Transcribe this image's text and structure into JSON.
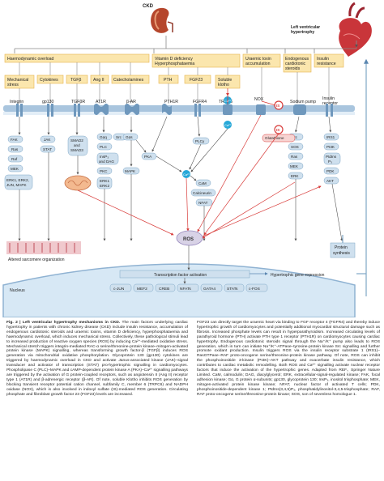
{
  "header": {
    "ckd": "CKD",
    "lvh": "Left ventricular hypertrophy"
  },
  "causes": {
    "haemodynamic": "Haemodynamic overload",
    "vitd": [
      "Vitamin D deficiency",
      "Hyperphosphataemia"
    ],
    "uraemic": [
      "Uraemic toxin",
      "accumulation"
    ],
    "endogenous": [
      "Endogenous",
      "cardiotonic",
      "steroids"
    ],
    "insulin": [
      "Insulin",
      "resistance"
    ]
  },
  "stimuli": {
    "mechanical": [
      "Mechanical",
      "stress"
    ],
    "cytokines": "Cytokines",
    "tgfb": "TGFβ",
    "angii": "Ang II",
    "catecholamines": "Catecholamines",
    "pth": "PTH",
    "fgf23": "FGF23",
    "soluble_klotho": [
      "Soluble",
      "klotho"
    ]
  },
  "receptors": {
    "integrin": "Integrin",
    "gp130": "gp130",
    "tgfbr": "TGFβR",
    "at1r": "AT1R",
    "bar": "β-AR",
    "pth1r": "PTH1R",
    "fgfr4": "FGFR4",
    "trpc6": "TRPC6",
    "nox": "NOX",
    "sodium_pump": "Sodium pump",
    "insulin_receptor": [
      "Insulin",
      "receptor"
    ]
  },
  "molecules": {
    "ca": "Ca²⁺",
    "is": "IS",
    "ros": "ROS",
    "glutathione": "Glutathione",
    "fak": "FAK",
    "ras": "Ras",
    "raf": "Raf",
    "mek": "MEK",
    "erk": [
      "ERK1, ERK2,",
      "JUN, MAPK"
    ],
    "jak": "JAK",
    "stat": "STAT",
    "smad": [
      "SMAD2",
      "and",
      "SMAD3"
    ],
    "gaq": "Gαq",
    "src": "Src",
    "plc": "PLC",
    "insp3": [
      "InsP₃",
      "and DAG"
    ],
    "pkc": "PKC",
    "erk12": [
      "ERK1",
      "ERK2"
    ],
    "gas": "Gαs",
    "pka": "PKA",
    "mapk": "MAPK",
    "plcg": "PLCγ",
    "cam": "CaM",
    "calcineurin": "Calcineurin",
    "nfat": "NFAT",
    "src2": "Src",
    "sos": "SOS",
    "ras2": "Ras",
    "mek2": "MEK",
    "erk2": "ERK",
    "irs1": "IRS1",
    "pi3k": "PI3K",
    "ptdins": [
      "PtdIns",
      "P₃"
    ],
    "pdk": "PDK",
    "akt": "AKT"
  },
  "cell": {
    "sarcomere": "Altered sarcomere organization",
    "nucleus": "Nucleus",
    "tfa": "Transcription factor activation",
    "hge": "Hypertrophic gene expression",
    "protein_synthesis": [
      "Protein",
      "synthesis"
    ],
    "tfs": [
      "c-JUN",
      "MEF2",
      "CREB",
      "NFATs",
      "GATA4",
      "STATs",
      "c-FOS"
    ]
  },
  "caption": {
    "left_title": "Fig. 2 | Left ventricular hypertrophy mechanisms in CKD.",
    "left_body": " The main factors underlying cardiac hypertrophy in patients with chronic kidney disease (CKD) include insulin resistance, accumulation of endogenous cardiotonic steroids and uraemic toxins, vitamin D deficiency, hyperphosphataemia and haemodynamic overload, which induces mechanical stress. Collectively, these pathological stimuli lead to increased production of reactive oxygen species (ROS) by inducing Ca²⁺-mediated oxidative stress. Mechanical stretch triggers integrin-mediated RAC-α serine/threonine-protein kinase–mitogen-activated protein kinase (MAPK) signalling, whereas transforming growth factor-β (TGFβ) induces ROS generation via mitochondrial oxidative phosphorylation. Glycoprotein 130 (gp130) cytokines are triggered by haemodynamic overload in CKD and activate Janus-associated kinase (JAK)–signal transducer and activator of transcription (STAT) pro-hypertrophic signalling in cardiomyocytes. Phospholipase C (PLC)–MAPK and cAMP-dependent protein kinase A (PKA)–Ca²⁺ signalling pathways are triggered by the activation of G protein-coupled receptors, such as angiotensin II (Ang II) receptor type 1 (AT1R) and β-adrenergic receptor (β-AR). Of note, soluble Klotho inhibits ROS generation by blocking transient receptor potential cation channel, subfamily C, member 6 (TRPC6) and NADPH oxidase (NOX), which is also involved in indoxyl sulfate (IS)-mediated ROS generation. Circulating phosphate and fibroblast growth factor 23 (FGF23) levels are increased.",
    "right_body": "FGF23 can directly target the uraemic heart via binding to FGF receptor 4 (FGFR4) and thereby induce hypertrophic growth of cardiomyocytes and potentially additional myocardial structural damage such as fibrosis. Increased phosphate levels can result in hyperparathyroidism. Increased circulating levels of parathyroid hormone (PTH) activate PTH type 1 receptor (PTH1R) on cardiomyocytes causing cardiac hypertrophy. Endogenous cardiotonic steroids signal through the Na⁺/K⁺ pump also leads to ROS generation, which in turn can initiate Na⁺/K⁺-ATPase–tyrosine-protein kinase Src signalling and further promote oxidant production. Insulin triggers ROS via the insulin receptor substrate 1 (IRS1)–RasGTPase–RAF proto-oncogene serine/threonine-protein kinase pathway. Of note, ROS can inhibit the phosphoinositide 3-kinase (PI3K)–AKT pathway and exacerbate insulin resistance, which contributes to cardiac metabolic remodelling. Both ROS and Ca²⁺ signalling activate nuclear receptor factors that induce the activation of the hypertrophic genes. Adapted from REF., Springer Nature Limited. CaM, calmodulin; DAG, diacylglycerol; ERK, extracellular-signal-regulated kinase; FAK, focal adhesion kinase; Gα, G protein α-subunits; gp130, glycoprotein 130; InsP₃, inositol trisphosphate; MEK, mitogen-activated protein kinase kinase; NFAT, nuclear factor of activated T cells; PDK, phosphoinositide-dependent kinase 1; PtdIns(3,4,5)P₃, phosphatidylinositol-3,4,5-trisphosphate; RAF, RAF proto-oncogene serine/threonine-protein kinase; SOS, son of sevenless homologue 1."
  },
  "colors": {
    "bluePill": "#cfe0ee",
    "blueStroke": "#7ea6c6",
    "yellow": "#fbe6ad",
    "yellowBorder": "#e6b54d",
    "cyan": "#27a8d8",
    "red": "#d83c3a",
    "membrane": "#a9c5de",
    "nucleus": "#d7e8f5",
    "ros": "#d8d2e6"
  }
}
